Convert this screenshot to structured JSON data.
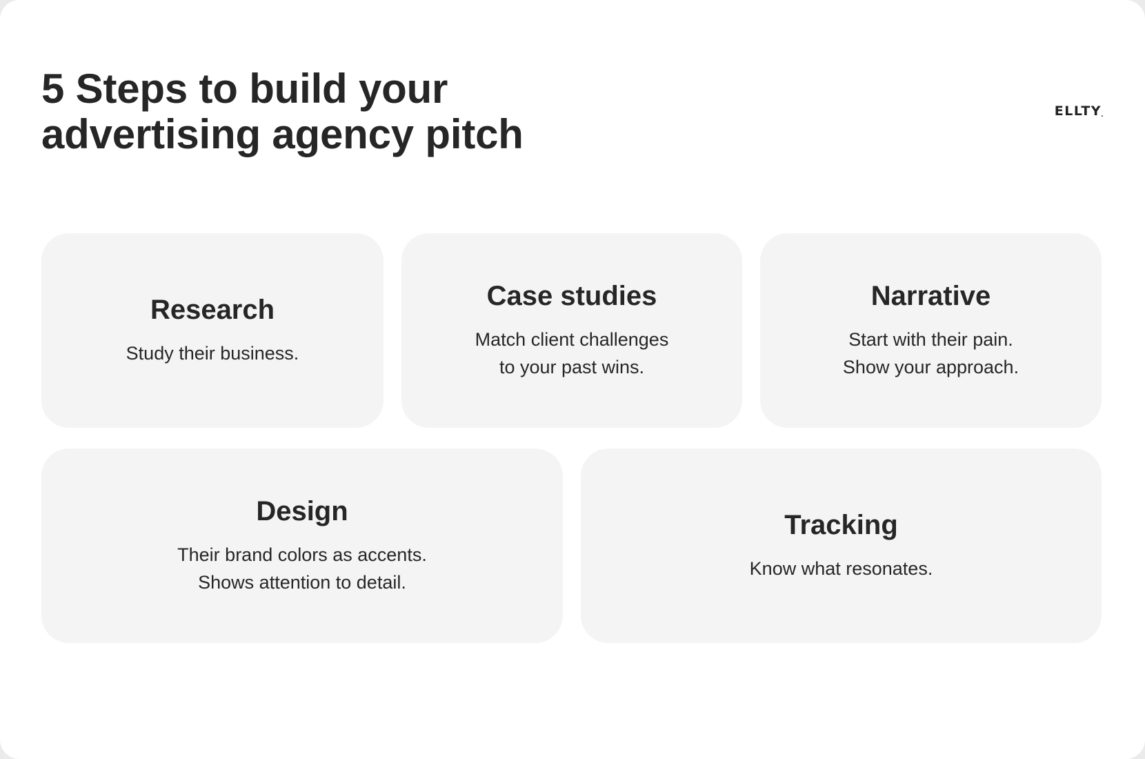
{
  "header": {
    "title_line1": "5 Steps to build your",
    "title_line2": "advertising agency pitch",
    "logo": "ELLTY",
    "logo_mark": "."
  },
  "cards": [
    {
      "title": "Research",
      "lines": [
        "Study their business."
      ]
    },
    {
      "title": "Case studies",
      "lines": [
        "Match client challenges",
        "to your past wins."
      ]
    },
    {
      "title": "Narrative",
      "lines": [
        "Start with their pain.",
        "Show your approach."
      ]
    },
    {
      "title": "Design",
      "lines": [
        "Their brand colors as accents.",
        "Shows attention to detail."
      ]
    },
    {
      "title": "Tracking",
      "lines": [
        "Know what resonates."
      ]
    }
  ],
  "colors": {
    "background": "#ffffff",
    "card": "#f4f4f4",
    "text": "#262626"
  }
}
